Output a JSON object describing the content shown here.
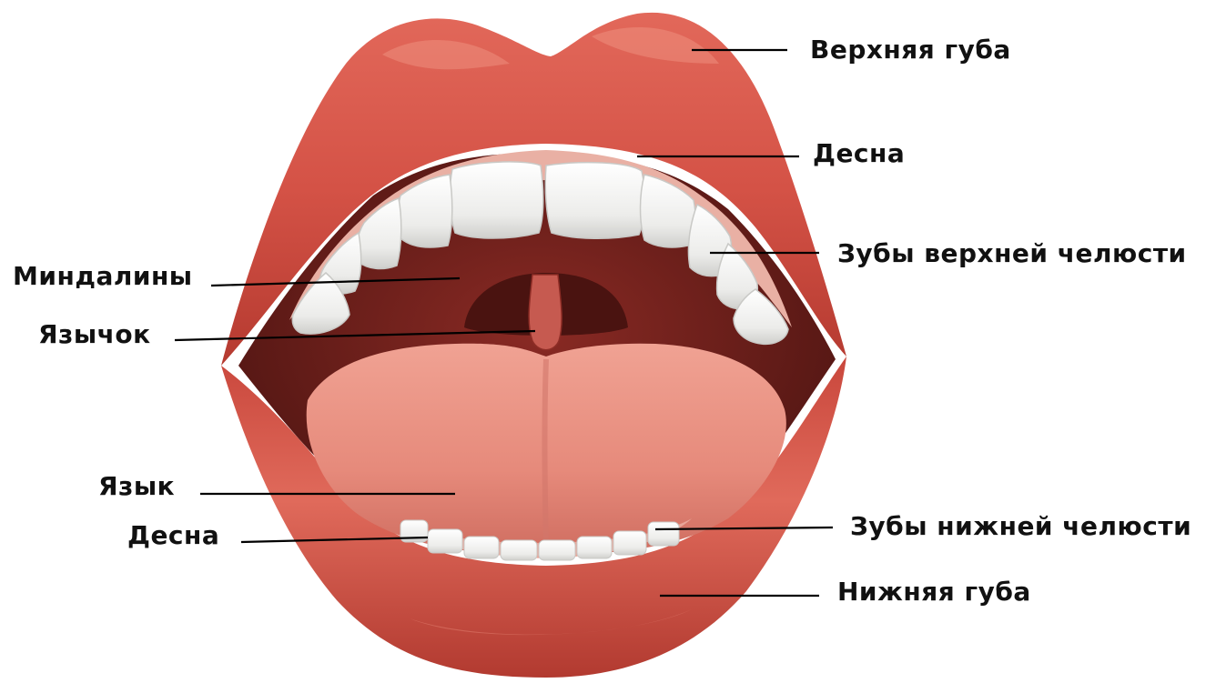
{
  "labels": {
    "upper_lip": "Верхняя губа",
    "upper_gum": "Десна",
    "upper_teeth": "Зубы верхней челюсти",
    "tonsils": "Миндалины",
    "uvula": "Язычок",
    "tongue": "Язык",
    "lower_gum": "Десна",
    "lower_teeth": "Зубы нижней челюсти",
    "lower_lip": "Нижняя губа"
  },
  "colors": {
    "lip": "#d9584a",
    "lip_dark": "#a83228",
    "lip_highlight": "#f08a78",
    "mouth_cavity": "#6e1c18",
    "palate": "#9b3a33",
    "throat": "#4e1410",
    "tongue": "#e98e80",
    "tongue_dark": "#c86a5e",
    "teeth": "#f4f4f2",
    "gum": "#e8a89c"
  }
}
